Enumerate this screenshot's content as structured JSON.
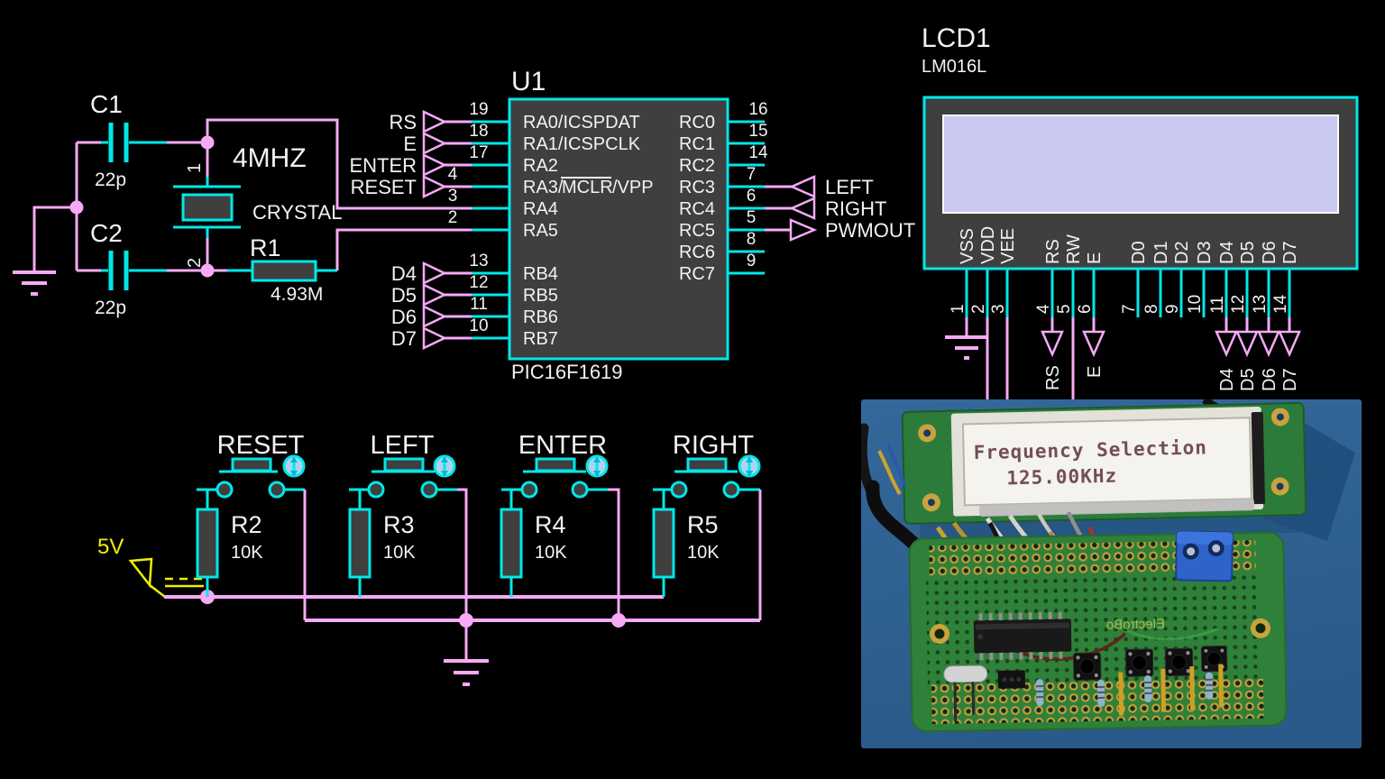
{
  "colors": {
    "wire": "#f6aaf6",
    "pin": "#00e8e8",
    "component_fill": "#3f3f3f",
    "text": "#f2f2f2",
    "power_label": "#f0f000",
    "lcd_screen": "#c9c9f2",
    "background": "#000000",
    "photo_desk": "#34689a",
    "photo_board": "#2f8038"
  },
  "mcu": {
    "ref": "U1",
    "part": "PIC16F1619",
    "left_pins": [
      {
        "num": "19",
        "name": "RA0/ICSPDAT",
        "flag": "RS"
      },
      {
        "num": "18",
        "name": "RA1/ICSPCLK",
        "flag": "E"
      },
      {
        "num": "17",
        "name": "RA2",
        "flag": "ENTER"
      },
      {
        "num": "4",
        "name_parts": [
          "RA3/",
          "MCLR",
          "/VPP"
        ],
        "flag": "RESET"
      },
      {
        "num": "3",
        "name": "RA4"
      },
      {
        "num": "2",
        "name": "RA5"
      },
      {
        "num": "13",
        "name": "RB4",
        "flag": "D4"
      },
      {
        "num": "12",
        "name": "RB5",
        "flag": "D5"
      },
      {
        "num": "11",
        "name": "RB6",
        "flag": "D6"
      },
      {
        "num": "10",
        "name": "RB7",
        "flag": "D7"
      }
    ],
    "right_pins": [
      {
        "num": "16",
        "name": "RC0"
      },
      {
        "num": "15",
        "name": "RC1"
      },
      {
        "num": "14",
        "name": "RC2"
      },
      {
        "num": "7",
        "name": "RC3",
        "flag": "LEFT",
        "flag_dir": "in"
      },
      {
        "num": "6",
        "name": "RC4",
        "flag": "RIGHT",
        "flag_dir": "in"
      },
      {
        "num": "5",
        "name": "RC5",
        "flag": "PWMOUT",
        "flag_dir": "out"
      },
      {
        "num": "8",
        "name": "RC6"
      },
      {
        "num": "9",
        "name": "RC7"
      }
    ]
  },
  "oscillator": {
    "c1": {
      "ref": "C1",
      "value": "22p"
    },
    "c2": {
      "ref": "C2",
      "value": "22p"
    },
    "crystal": {
      "freq": "4MHZ",
      "label": "CRYSTAL",
      "pin1": "1",
      "pin2": "2"
    },
    "r1": {
      "ref": "R1",
      "value": "4.93M"
    }
  },
  "power": {
    "label": "5V"
  },
  "buttons": [
    {
      "label": "RESET",
      "resistor": {
        "ref": "R2",
        "value": "10K"
      }
    },
    {
      "label": "LEFT",
      "resistor": {
        "ref": "R3",
        "value": "10K"
      }
    },
    {
      "label": "ENTER",
      "resistor": {
        "ref": "R4",
        "value": "10K"
      }
    },
    {
      "label": "RIGHT",
      "resistor": {
        "ref": "R5",
        "value": "10K"
      }
    }
  ],
  "lcd": {
    "ref": "LCD1",
    "part": "LM016L",
    "pins": [
      {
        "num": "1",
        "name": "VSS"
      },
      {
        "num": "2",
        "name": "VDD"
      },
      {
        "num": "3",
        "name": "VEE"
      },
      {
        "num": "4",
        "name": "RS",
        "flag": "RS"
      },
      {
        "num": "5",
        "name": "RW"
      },
      {
        "num": "6",
        "name": "E",
        "flag": "E"
      },
      {
        "num": "7",
        "name": "D0"
      },
      {
        "num": "8",
        "name": "D1"
      },
      {
        "num": "9",
        "name": "D2"
      },
      {
        "num": "10",
        "name": "D3"
      },
      {
        "num": "11",
        "name": "D4",
        "flag": "D4"
      },
      {
        "num": "12",
        "name": "D5",
        "flag": "D5"
      },
      {
        "num": "13",
        "name": "D6",
        "flag": "D6"
      },
      {
        "num": "14",
        "name": "D7",
        "flag": "D7"
      }
    ]
  },
  "photo": {
    "lcd_line1": "Frequency Selection",
    "lcd_line2": "125.00KHz",
    "board_silkscreen": "ElectroBo"
  }
}
